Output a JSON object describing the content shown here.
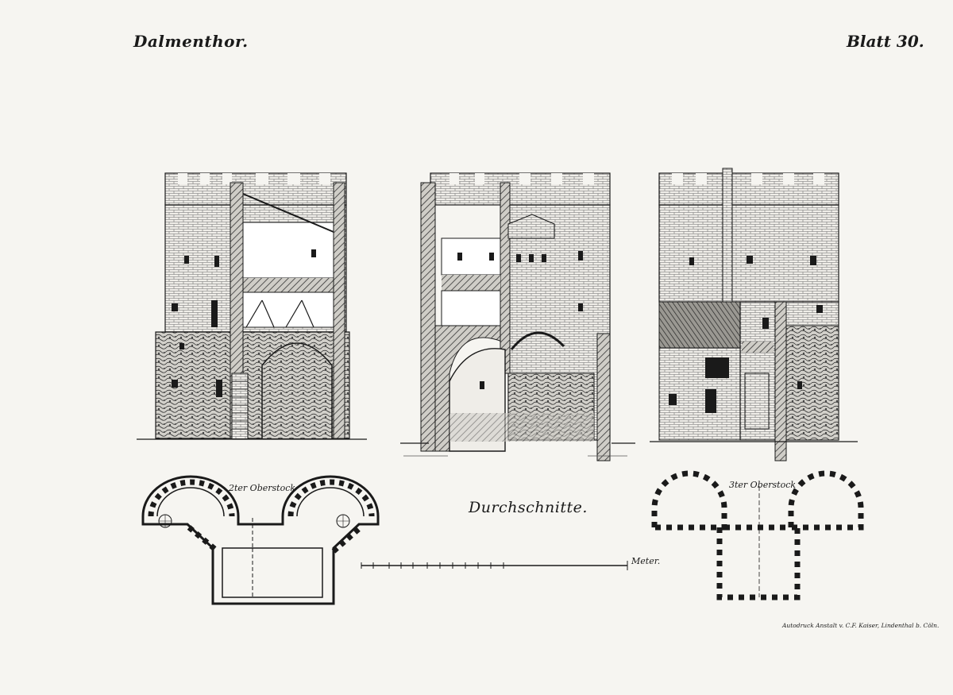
{
  "header": {
    "title_left": "Dalmenthor.",
    "title_right": "Blatt 30."
  },
  "sheet": {
    "caption": "Durchschnitte.",
    "plan_2_label": "2ter Oberstock",
    "plan_3_label": "3ter Oberstock",
    "scale_unit": "Meter.",
    "printer_note": "Autodruck Anstalt v. C.F. Kaiser, Lindenthal b. Cöln."
  },
  "colors": {
    "paper": "#f6f5f1",
    "ink": "#1a1a1a",
    "hatch": "#555555",
    "wash": "#d8d6d0"
  }
}
